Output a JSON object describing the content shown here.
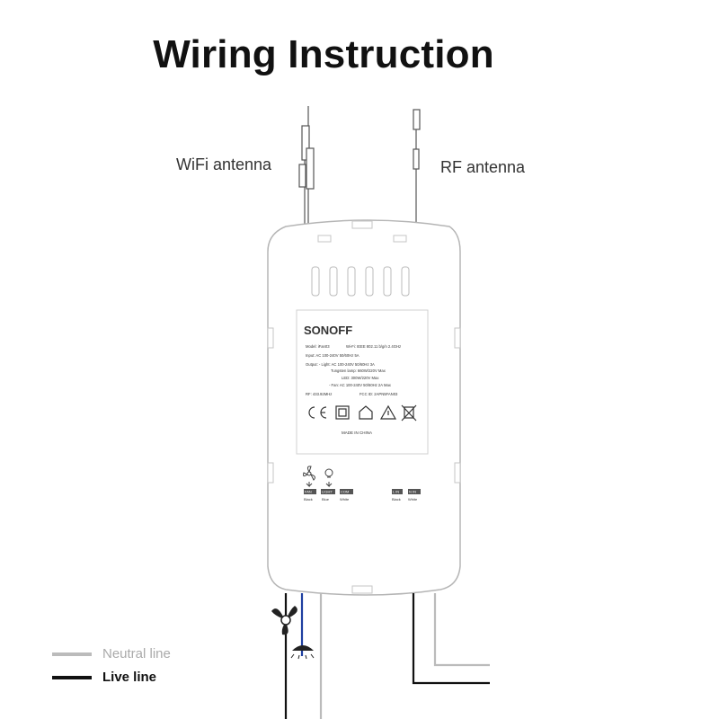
{
  "title": "Wiring Instruction",
  "antennas": {
    "wifi": "WiFi antenna",
    "rf": "RF antenna"
  },
  "device": {
    "brand": "SONOFF",
    "spec_lines": [
      "Model: iFan03",
      "Wi-Fi: IEEE 802.11 b/g/n 2.4GHz",
      "Input: AC 100-240V 50/60Hz 5A",
      "Output: - Light: AC 100-240V 50/60Hz 3A",
      "Tungsten lamp: 660W/220V Max",
      "LED: 300W/220V Max",
      "- Fan: AC 100-240V 50/60Hz 2A Max",
      "RF: 433.92MHz",
      "FCC ID: 2APN5FAN03"
    ],
    "made_in": "MADE IN CHINA",
    "terminals_left": [
      {
        "code": "FAN",
        "color": "Black"
      },
      {
        "code": "LIGHT",
        "color": "Blue"
      },
      {
        "code": "COM",
        "color": "White"
      }
    ],
    "terminals_right": [
      {
        "code": "L IN",
        "color": "Black"
      },
      {
        "code": "N IN",
        "color": "White"
      }
    ],
    "cert_icons": [
      "ce-mark-icon",
      "double-insulation-icon",
      "indoor-use-icon",
      "warning-icon",
      "weee-bin-icon"
    ]
  },
  "legend": {
    "neutral": "Neutral line",
    "live": "Live line",
    "neutral_color": "#bbbbbb",
    "live_color": "#111111"
  }
}
